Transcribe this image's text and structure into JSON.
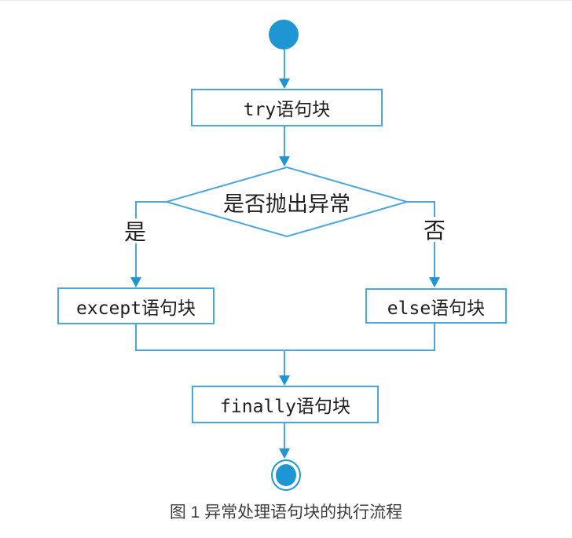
{
  "figure": {
    "caption": "图 1 异常处理语句块的执行流程",
    "flowchart": {
      "type": "activity-diagram",
      "nodes": [
        {
          "id": "start",
          "shape": "start-circle",
          "label": ""
        },
        {
          "id": "try",
          "shape": "rect",
          "label": "try语句块"
        },
        {
          "id": "decision",
          "shape": "diamond",
          "label": "是否抛出异常"
        },
        {
          "id": "except",
          "shape": "rect",
          "label": "except语句块"
        },
        {
          "id": "else",
          "shape": "rect",
          "label": "else语句块"
        },
        {
          "id": "finally",
          "shape": "rect",
          "label": "finally语句块"
        },
        {
          "id": "end",
          "shape": "end-circle",
          "label": ""
        }
      ],
      "branch_labels": {
        "yes": "是",
        "no": "否"
      },
      "edges": [
        {
          "from": "start",
          "to": "try"
        },
        {
          "from": "try",
          "to": "decision"
        },
        {
          "from": "decision",
          "to": "except",
          "label": "是"
        },
        {
          "from": "decision",
          "to": "else",
          "label": "否"
        },
        {
          "from": "except",
          "to": "finally"
        },
        {
          "from": "else",
          "to": "finally"
        },
        {
          "from": "finally",
          "to": "end"
        }
      ],
      "colors": {
        "node_fill": "#2095d3",
        "connector_line": "#4ba6dc",
        "arrowhead": "#2095d3",
        "box_background": "#ffffff",
        "node_text": "#1f1f1f",
        "caption_text": "#3d3d3d"
      }
    }
  }
}
